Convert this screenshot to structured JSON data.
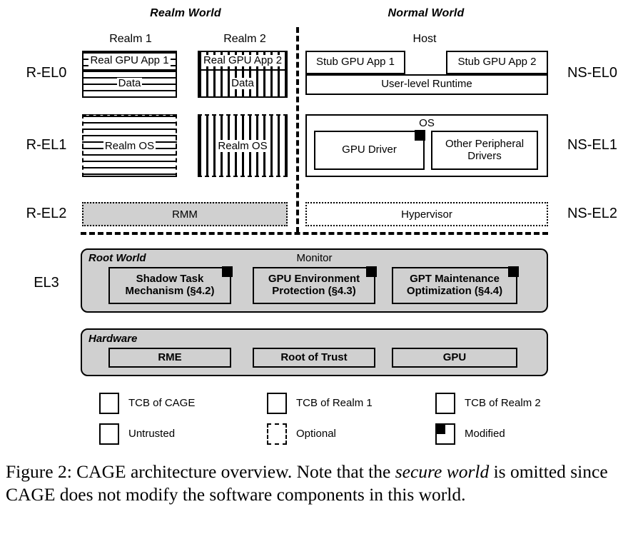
{
  "figure": {
    "worlds": [
      {
        "name": "realm-world",
        "label": "Realm World"
      },
      {
        "name": "normal-world",
        "label": "Normal World"
      }
    ],
    "groups": [
      {
        "name": "realm-1",
        "label": "Realm 1"
      },
      {
        "name": "realm-2",
        "label": "Realm 2"
      },
      {
        "name": "host",
        "label": "Host"
      }
    ],
    "exception_levels_left": [
      {
        "label": "R-EL0"
      },
      {
        "label": "R-EL1"
      },
      {
        "label": "R-EL2"
      },
      {
        "label": "EL3"
      }
    ],
    "exception_levels_right": [
      {
        "label": "NS-EL0"
      },
      {
        "label": "NS-EL1"
      },
      {
        "label": "NS-EL2"
      }
    ],
    "el0": {
      "realm1_app": "Real GPU App 1",
      "realm1_data": "Data",
      "realm2_app": "Real GPU App 2",
      "realm2_data": "Data",
      "stub_app_1": "Stub GPU App 1",
      "stub_app_2": "Stub GPU App 2",
      "user_runtime": "User-level Runtime"
    },
    "el1": {
      "realm1_os": "Realm OS",
      "realm2_os": "Realm OS",
      "os": "OS",
      "gpu_driver": "GPU Driver",
      "other_drivers": "Other Peripheral Drivers"
    },
    "el2": {
      "rmm": "RMM",
      "hypervisor": "Hypervisor"
    },
    "el3": {
      "root_world": "Root World",
      "monitor": "Monitor",
      "modules": [
        {
          "line1": "Shadow Task",
          "line2": "Mechanism (§4.2)"
        },
        {
          "line1": "GPU Environment",
          "line2": "Protection (§4.3)"
        },
        {
          "line1": "GPT Maintenance",
          "line2": "Optimization (§4.4)"
        }
      ]
    },
    "hardware": {
      "title": "Hardware",
      "items": [
        {
          "label": "RME"
        },
        {
          "label": "Root of Trust"
        },
        {
          "label": "GPU"
        }
      ]
    },
    "legend": [
      {
        "key": "tcb-of-cage",
        "label": "TCB of CAGE",
        "style": "gray"
      },
      {
        "key": "tcb-of-realm-1",
        "label": "TCB of Realm 1",
        "style": "hatch-h"
      },
      {
        "key": "tcb-of-realm-2",
        "label": "TCB of Realm 2",
        "style": "hatch-v"
      },
      {
        "key": "untrusted",
        "label": "Untrusted",
        "style": "white"
      },
      {
        "key": "optional",
        "label": "Optional",
        "style": "dashed"
      },
      {
        "key": "modified",
        "label": "Modified",
        "style": "modified"
      }
    ],
    "caption": {
      "prefix": "Figure 2: CAGE architecture overview. Note that the ",
      "em1": "secure world",
      "mid": " is omitted since CAGE does not modify the software components in this world."
    },
    "colors": {
      "tcb_gray": "#d0d0d0",
      "stroke": "#000000",
      "background": "#ffffff"
    }
  }
}
